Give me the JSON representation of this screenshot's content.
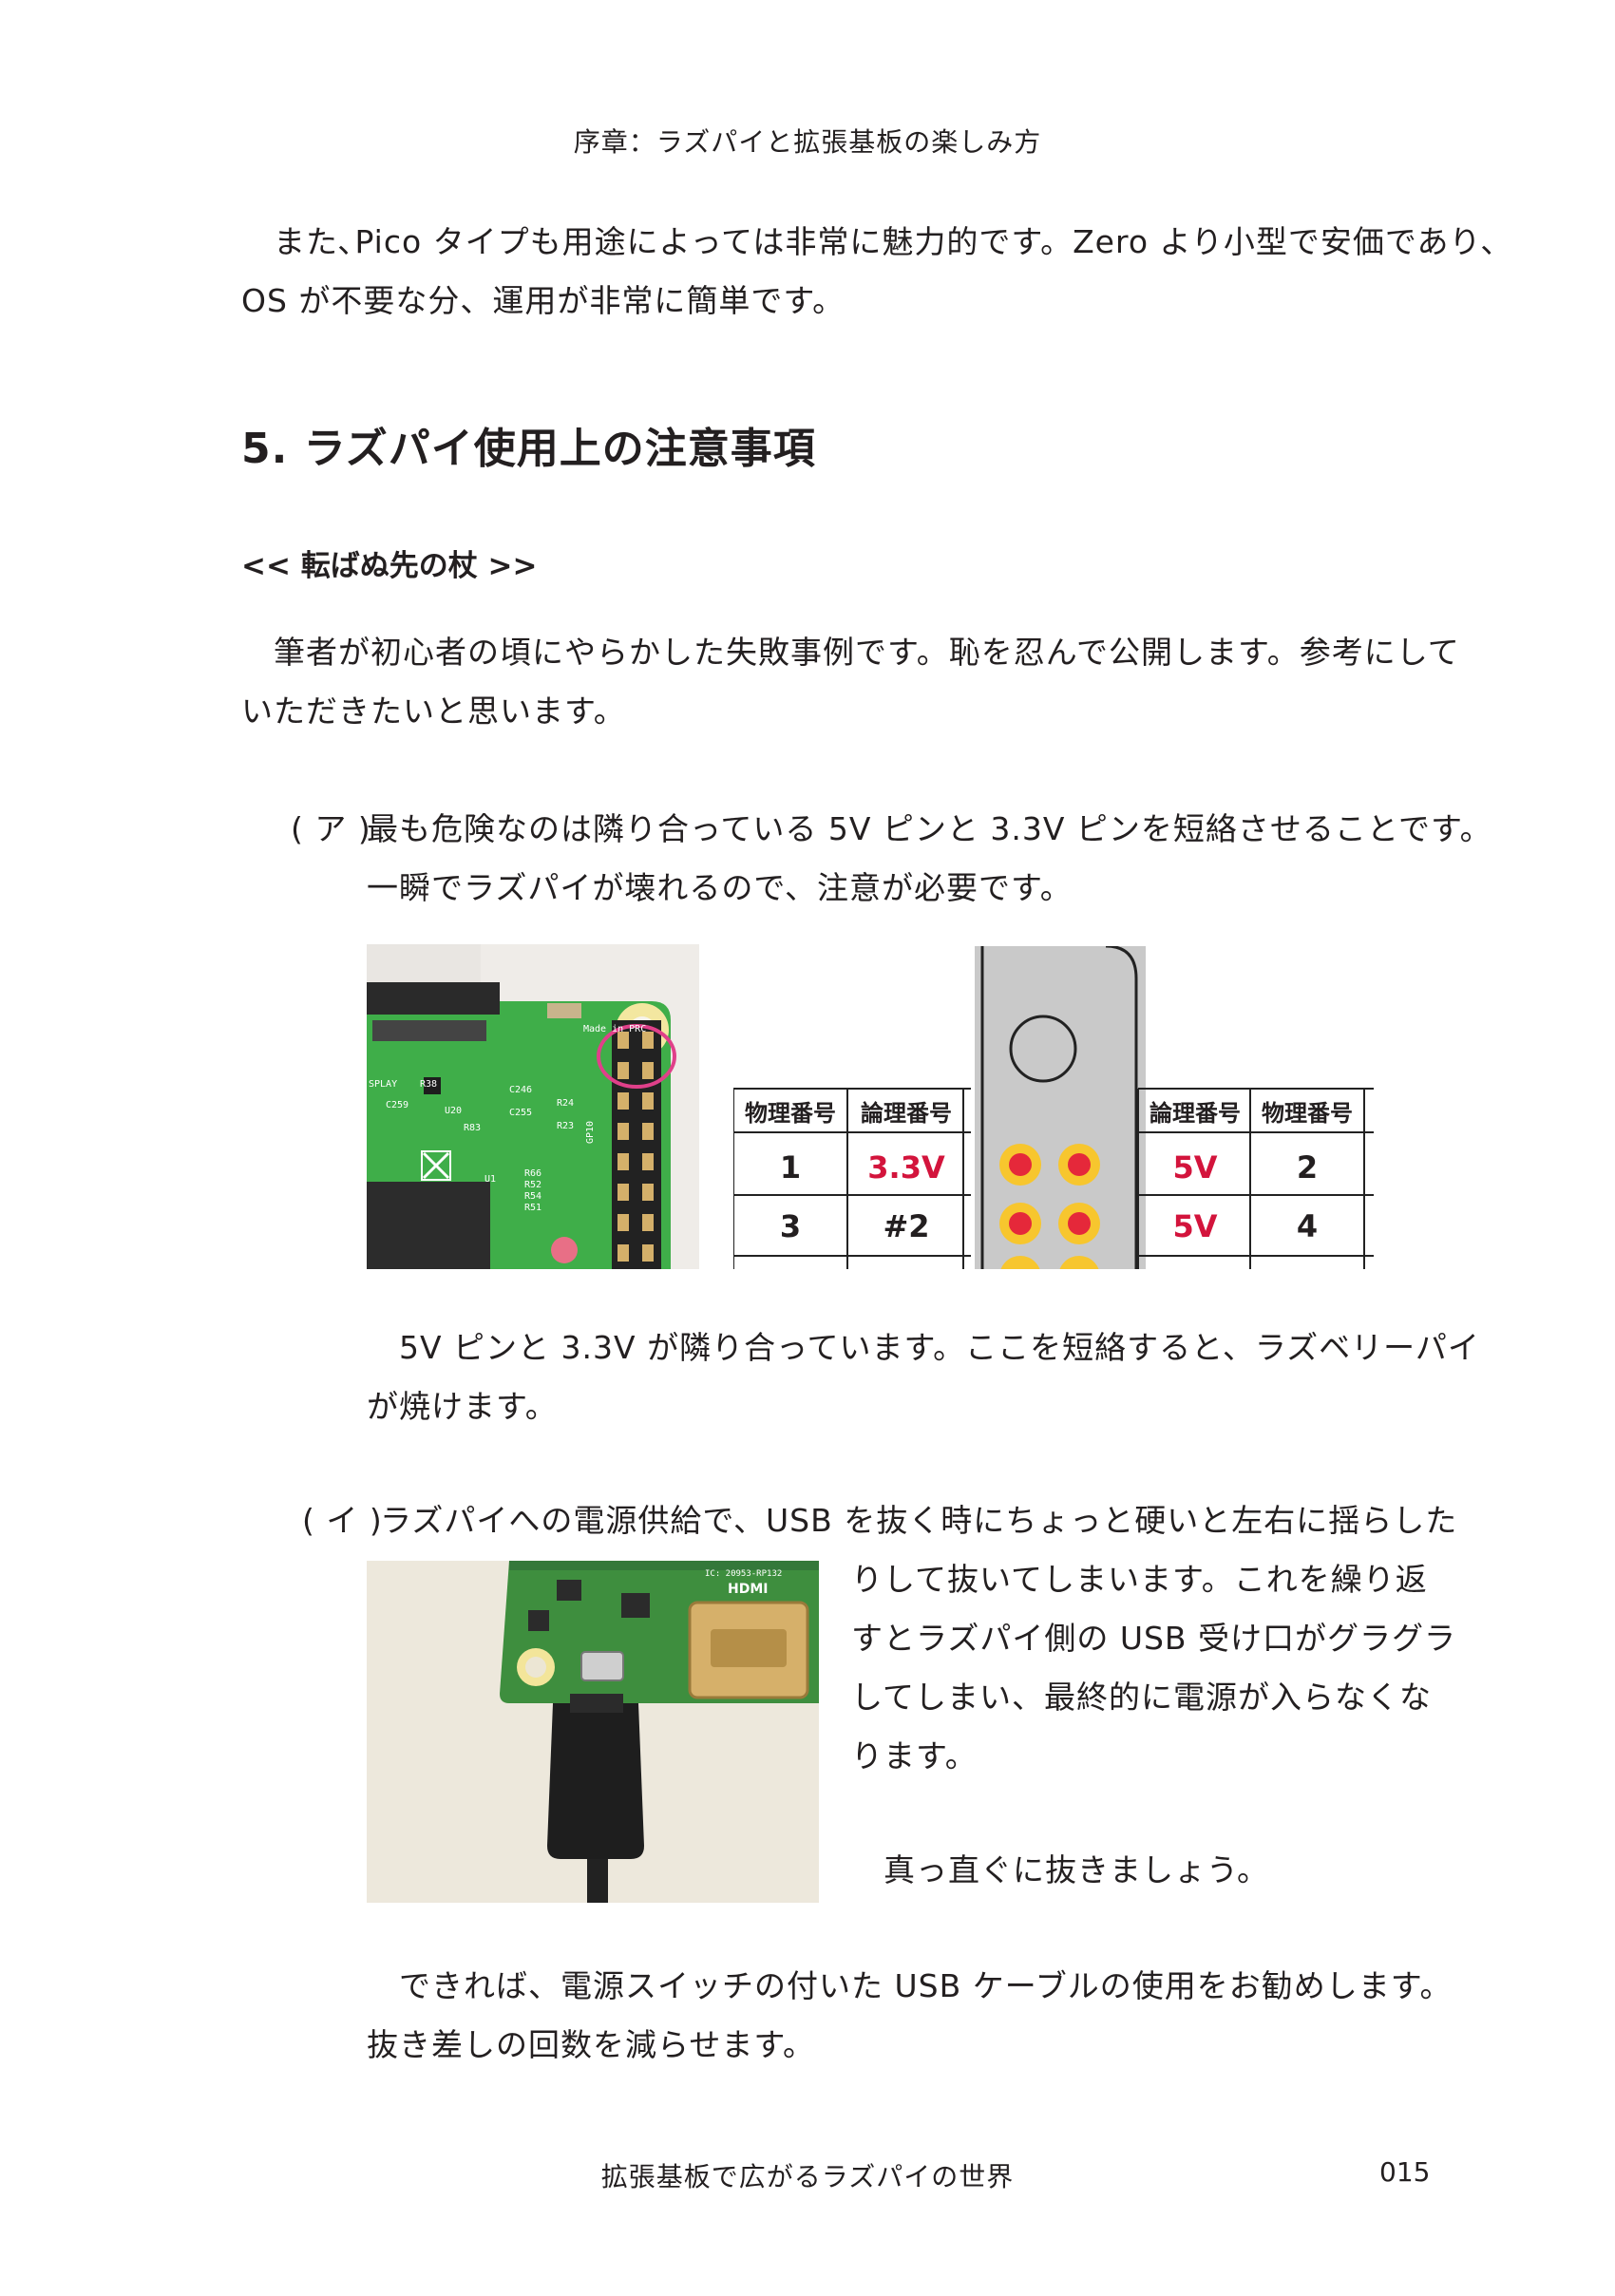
{
  "header": {
    "running_title": "序章：ラズパイと拡張基板の楽しみ方"
  },
  "intro": {
    "line1": "　また､Pico タイプも用途によっては非常に魅力的です。Zero より小型で安価であり、",
    "line2": "OS が不要な分、運用が非常に簡単です。"
  },
  "section": {
    "heading": "5. ラズパイ使用上の注意事項"
  },
  "subheading": "<< 転ばぬ先の杖 >>",
  "preface": {
    "line1": "　筆者が初心者の頃にやらかした失敗事例です。恥を忍んで公開します。参考にして",
    "line2": "いただきたいと思います。"
  },
  "item_a": {
    "marker": "( ア )",
    "line1": "最も危険なのは隣り合っている 5V ピンと 3.3V ピンを短絡させることです。",
    "line2": "一瞬でラズパイが壊れるので、注意が必要です。",
    "board_labels": [
      "Made in PRC",
      "SPLAY",
      "GP10",
      "C246",
      "C255",
      "R24",
      "R23",
      "R38",
      "C259",
      "U20",
      "R83",
      "R66",
      "R52",
      "R54",
      "R51",
      "U1"
    ],
    "table": {
      "left_headers": [
        "物理番号",
        "論理番号"
      ],
      "right_headers": [
        "論理番号",
        "物理番号"
      ],
      "rows": [
        {
          "phys_left": "1",
          "log_left": "3.3V",
          "log_right": "5V",
          "phys_right": "2"
        },
        {
          "phys_left": "3",
          "log_left": "#2",
          "log_right": "5V",
          "phys_right": "4"
        }
      ]
    },
    "caption_line1": "　5V ピンと 3.3V が隣り合っています。ここを短絡すると、ラズベリーパイ",
    "caption_line2": "が焼けます。"
  },
  "item_b": {
    "marker": "( イ )",
    "line1": "ラズパイへの電源供給で、USB を抜く時にちょっと硬いと左右に揺らした",
    "line2": "りして抜いてしまいます。これを繰り返",
    "line3": "すとラズパイ側の USB 受け口がグラグラ",
    "line4": "してしまい、最終的に電源が入らなくな",
    "line5": "ります。",
    "advice": "　真っ直ぐに抜きましょう。",
    "board_labels": [
      "HDMI",
      "IC: 20953-RP132"
    ]
  },
  "closing": {
    "line1": "　できれば、電源スイッチの付いた USB ケーブルの使用をお勧めします。",
    "line2": "抜き差しの回数を減らせます。"
  },
  "footer": {
    "book_title": "拡張基板で広がるラズパイの世界",
    "page_number": "015"
  },
  "colors": {
    "text": "#231f20",
    "accent_red": "#d3143c",
    "pcb_green": "#3fae49",
    "pin_gray": "#c9c9c9"
  }
}
